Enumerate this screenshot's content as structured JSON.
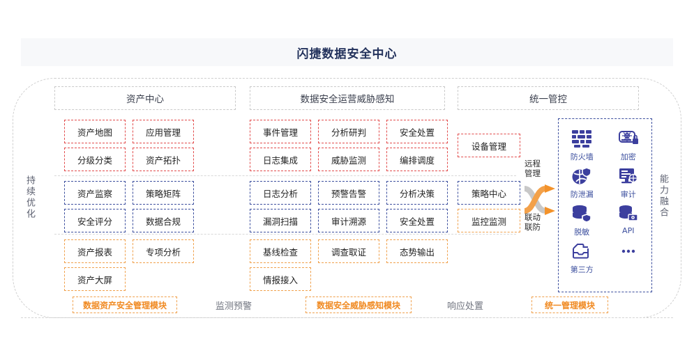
{
  "header": {
    "title": "闪捷数据安全中心"
  },
  "side_labels": {
    "left": "持续优化",
    "right": "能力融合"
  },
  "columns": [
    {
      "id": "asset-center",
      "header": "资产中心"
    },
    {
      "id": "threat-awareness",
      "header": "数据安全运营威胁感知"
    },
    {
      "id": "unified-control",
      "header": "统一管控"
    }
  ],
  "cells": {
    "col1": {
      "red": [
        "资产地图",
        "应用管理",
        "分级分类",
        "资产拓扑"
      ],
      "blue": [
        "资产监察",
        "策略矩阵",
        "安全评分",
        "数据合规"
      ],
      "orange": [
        "资产报表",
        "专项分析",
        "资产大屏"
      ]
    },
    "col2": {
      "red": [
        "事件管理",
        "分析研判",
        "安全处置",
        "日志集成",
        "威胁监测",
        "编排调度"
      ],
      "blue": [
        "日志分析",
        "预警告警",
        "分析决策",
        "漏洞扫描",
        "审计溯源",
        "安全处置"
      ],
      "orange": [
        "基线检查",
        "调查取证",
        "态势输出",
        "情报接入"
      ]
    },
    "col3": {
      "red": [
        "设备管理"
      ],
      "blue": [
        "策略中心"
      ],
      "orange": [
        "监控监测"
      ]
    }
  },
  "connector": {
    "top_label": "远程\n管理",
    "bottom_label": "联动\n联防"
  },
  "capabilities": [
    {
      "icon": "firewall-icon",
      "label": "防火墙"
    },
    {
      "icon": "encryption-icon",
      "label": "加密"
    },
    {
      "icon": "leak-prevention-icon",
      "label": "防泄漏"
    },
    {
      "icon": "audit-icon",
      "label": "审计"
    },
    {
      "icon": "masking-icon",
      "label": "脱敏"
    },
    {
      "icon": "api-icon",
      "label": "API"
    },
    {
      "icon": "third-party-icon",
      "label": "第三方"
    },
    {
      "icon": "ellipsis-icon",
      "label": ""
    }
  ],
  "legend": [
    {
      "type": "chip",
      "label": "数据资产安全管理模块"
    },
    {
      "type": "text",
      "label": "监测预警"
    },
    {
      "type": "chip",
      "label": "数据安全威胁感知模块"
    },
    {
      "type": "text",
      "label": "响应处置"
    },
    {
      "type": "chip",
      "label": "统一管理模块"
    }
  ],
  "colors": {
    "title": "#23325c",
    "red_dash": "#e24b4b",
    "blue_dash": "#3c4f9e",
    "orange_dash": "#f0a04b",
    "orange_text": "#f08a22",
    "icon_blue": "#3c3f9e"
  }
}
